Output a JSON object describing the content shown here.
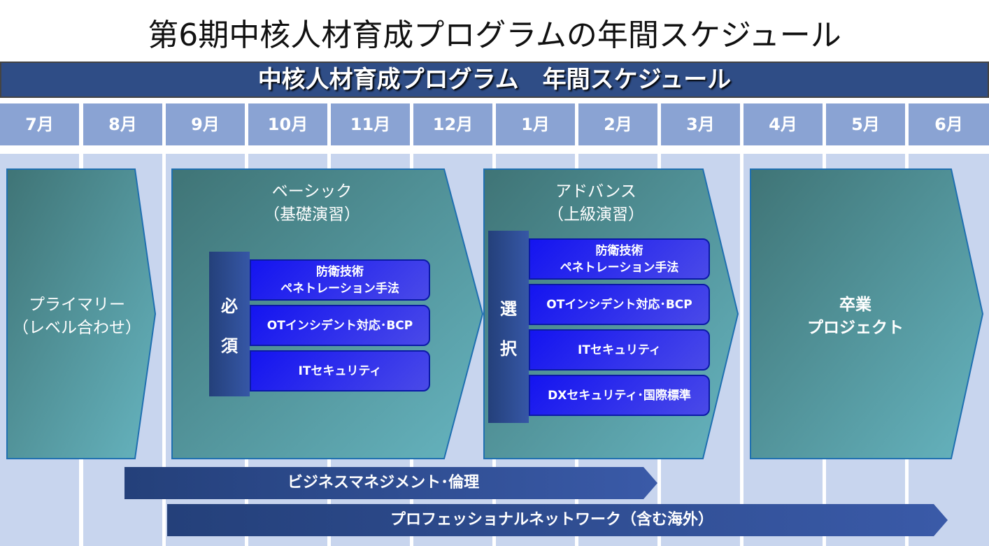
{
  "title": "第6期中核人材育成プログラムの年間スケジュール",
  "banner": "中核人材育成プログラム　年間スケジュール",
  "months": [
    "7月",
    "8月",
    "9月",
    "10月",
    "11月",
    "12月",
    "1月",
    "2月",
    "3月",
    "4月",
    "5月",
    "6月"
  ],
  "phases": {
    "primary": "プライマリー\n（レベル合わせ）",
    "basic": "ベーシック\n（基礎演習）",
    "advanced": "アドバンス\n（上級演習）",
    "graduation": "卒業\nプロジェクト"
  },
  "required": {
    "label_chars": [
      "必",
      "須"
    ],
    "items": [
      "防衛技術\nペネトレーション手法",
      "OTインシデント対応･BCP",
      "ITセキュリティ"
    ]
  },
  "elective": {
    "label_chars": [
      "選",
      "択"
    ],
    "items": [
      "防衛技術\nペネトレーション手法",
      "OTインシデント対応･BCP",
      "ITセキュリティ",
      "DXセキュリティ･国際標準"
    ]
  },
  "bars": [
    "ビジネスマネジメント･倫理",
    "プロフェッショナルネットワーク（含む海外）"
  ],
  "colors": {
    "banner": "#2f4d86",
    "month": "#8aa3d3",
    "column": "#c8d5ee",
    "bar": "#2b4a8a"
  }
}
